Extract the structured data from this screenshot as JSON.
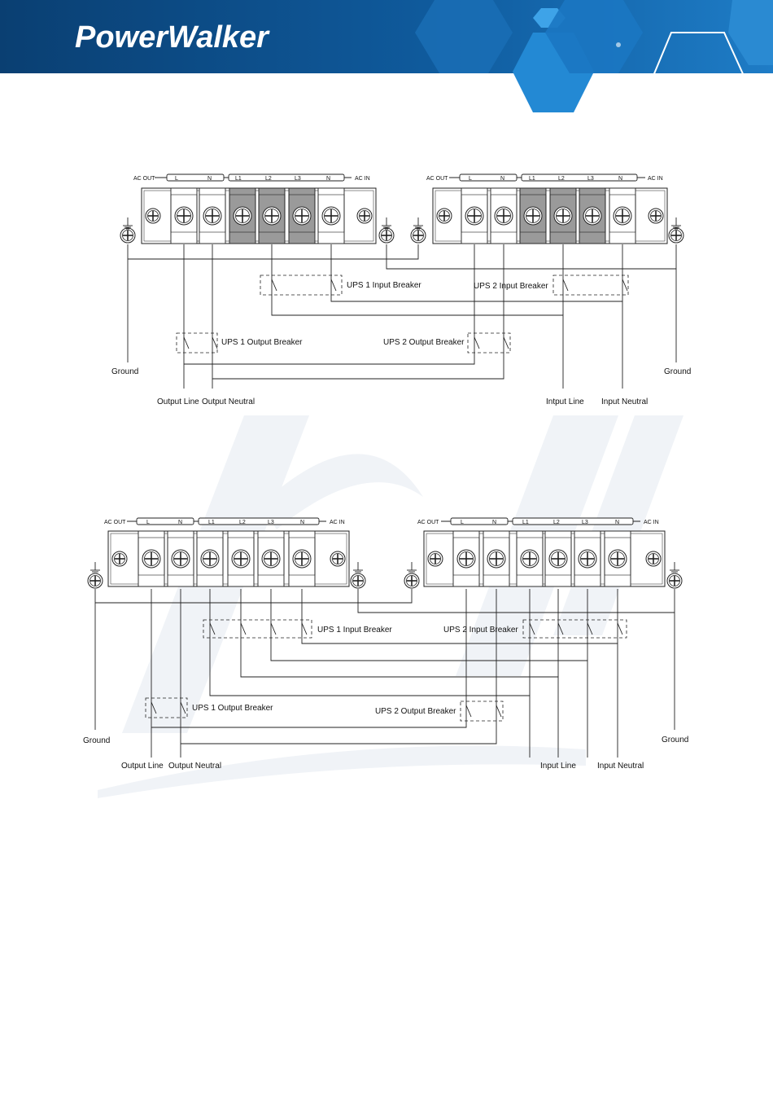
{
  "brand": {
    "logo_text": "PowerWalker"
  },
  "colors": {
    "header_dark": "#0b4d87",
    "header_light": "#1f7cc4",
    "hex_accent": "#2b8fd6"
  },
  "diagram_1": {
    "bar_out": "AC OUT",
    "bar_in": "AC IN",
    "bar_labels": [
      "L",
      "N",
      "L1",
      "L2",
      "L3",
      "N"
    ],
    "ups1_input_breaker": "UPS 1 Input Breaker",
    "ups2_input_breaker": "UPS 2 Input Breaker",
    "ups1_output_breaker": "UPS 1 Output Breaker",
    "ups2_output_breaker": "UPS 2 Output Breaker",
    "ground_left": "Ground",
    "ground_right": "Ground",
    "output_line": "Output Line",
    "output_neutral": "Output Neutral",
    "input_line": "Intput Line",
    "input_neutral": "Input Neutral"
  },
  "diagram_2": {
    "bar_out": "AC OUT",
    "bar_in": "AC IN",
    "bar_labels": [
      "L",
      "N",
      "L1",
      "L2",
      "L3",
      "N"
    ],
    "ups1_input_breaker": "UPS 1 Input Breaker",
    "ups2_input_breaker": "UPS 2 Input Breaker",
    "ups1_output_breaker": "UPS 1 Output Breaker",
    "ups2_output_breaker": "UPS 2 Output Breaker",
    "ground_left": "Ground",
    "ground_right": "Ground",
    "output_line": "Output Line",
    "output_neutral": "Output Neutral",
    "input_line": "Input Line",
    "input_neutral": "Input Neutral"
  }
}
